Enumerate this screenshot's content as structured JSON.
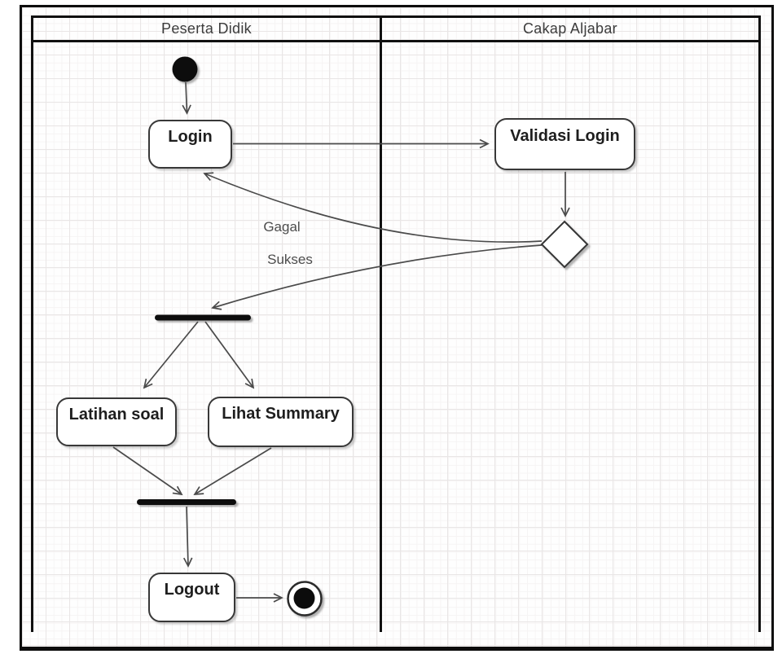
{
  "diagram": {
    "type": "uml-activity-diagram",
    "lanes": [
      {
        "title": "Peserta Didik"
      },
      {
        "title": "Cakap Aljabar"
      }
    ],
    "activities": {
      "login": {
        "label": "Login",
        "lane": "Peserta Didik"
      },
      "validasi": {
        "label": "Validasi Login",
        "lane": "Cakap Aljabar"
      },
      "latihan": {
        "label": "Latihan soal",
        "lane": "Peserta Didik"
      },
      "lihat": {
        "label": "Lihat Summary",
        "lane": "Peserta Didik"
      },
      "logout": {
        "label": "Logout",
        "lane": "Peserta Didik"
      }
    },
    "control_nodes": {
      "initial": "initial-node",
      "decision": "decision-diamond",
      "fork": "fork-bar",
      "join": "join-bar",
      "final": "final-node"
    },
    "edges": [
      {
        "from": "initial",
        "to": "login",
        "label": ""
      },
      {
        "from": "login",
        "to": "validasi-login",
        "label": ""
      },
      {
        "from": "validasi-login",
        "to": "decision",
        "label": ""
      },
      {
        "from": "decision",
        "to": "login",
        "label": "Gagal"
      },
      {
        "from": "decision",
        "to": "fork",
        "label": "Sukses"
      },
      {
        "from": "fork",
        "to": "latihan-soal",
        "label": ""
      },
      {
        "from": "fork",
        "to": "lihat-summary",
        "label": ""
      },
      {
        "from": "latihan-soal",
        "to": "join",
        "label": ""
      },
      {
        "from": "lihat-summary",
        "to": "join",
        "label": ""
      },
      {
        "from": "join",
        "to": "logout",
        "label": ""
      },
      {
        "from": "logout",
        "to": "final",
        "label": ""
      }
    ],
    "colors": {
      "frame_border": "#0d0d0d",
      "lane_border": "#111111",
      "edge_stroke": "#4a4a4a",
      "node_fill": "#ffffff",
      "node_border": "#383838",
      "bar_fill": "#0b0b0b",
      "node_text": "#1e1e1e",
      "header_text": "#3c3c3c",
      "edge_label_text": "#4c4c4c",
      "grid_line": "#e9e6e6"
    }
  }
}
